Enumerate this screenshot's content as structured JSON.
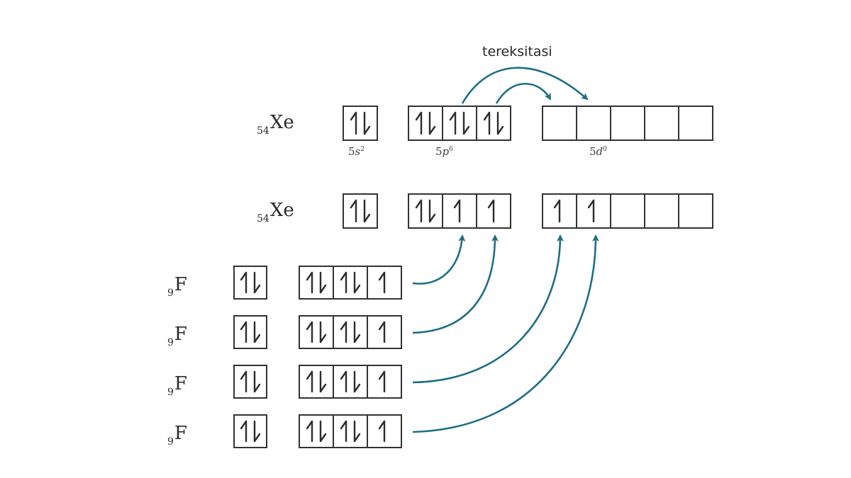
{
  "labels": {
    "xe_element": "Xe",
    "xe_number": "54",
    "f_element": "F",
    "f_number": "9",
    "excitation": "tereksitasi"
  },
  "orbital_labels": {
    "s": {
      "n": "5",
      "l": "s",
      "e": "2"
    },
    "p": {
      "n": "5",
      "l": "p",
      "e": "6"
    },
    "d": {
      "n": "5",
      "l": "d",
      "e": "0"
    }
  },
  "diagram": {
    "arrow_color": "#1f6e86",
    "xe_ground": {
      "s": [
        "ud"
      ],
      "p": [
        "ud",
        "ud",
        "ud"
      ],
      "d": [
        "",
        "",
        "",
        "",
        ""
      ]
    },
    "xe_excited": {
      "s": [
        "ud"
      ],
      "p": [
        "ud",
        "u",
        "u"
      ],
      "d": [
        "u",
        "u",
        "",
        "",
        ""
      ]
    },
    "fluorine_rows": [
      {
        "s": [
          "ud"
        ],
        "p": [
          "ud",
          "ud",
          "u"
        ]
      },
      {
        "s": [
          "ud"
        ],
        "p": [
          "ud",
          "ud",
          "u"
        ]
      },
      {
        "s": [
          "ud"
        ],
        "p": [
          "ud",
          "ud",
          "u"
        ]
      },
      {
        "s": [
          "ud"
        ],
        "p": [
          "ud",
          "ud",
          "u"
        ]
      }
    ]
  }
}
